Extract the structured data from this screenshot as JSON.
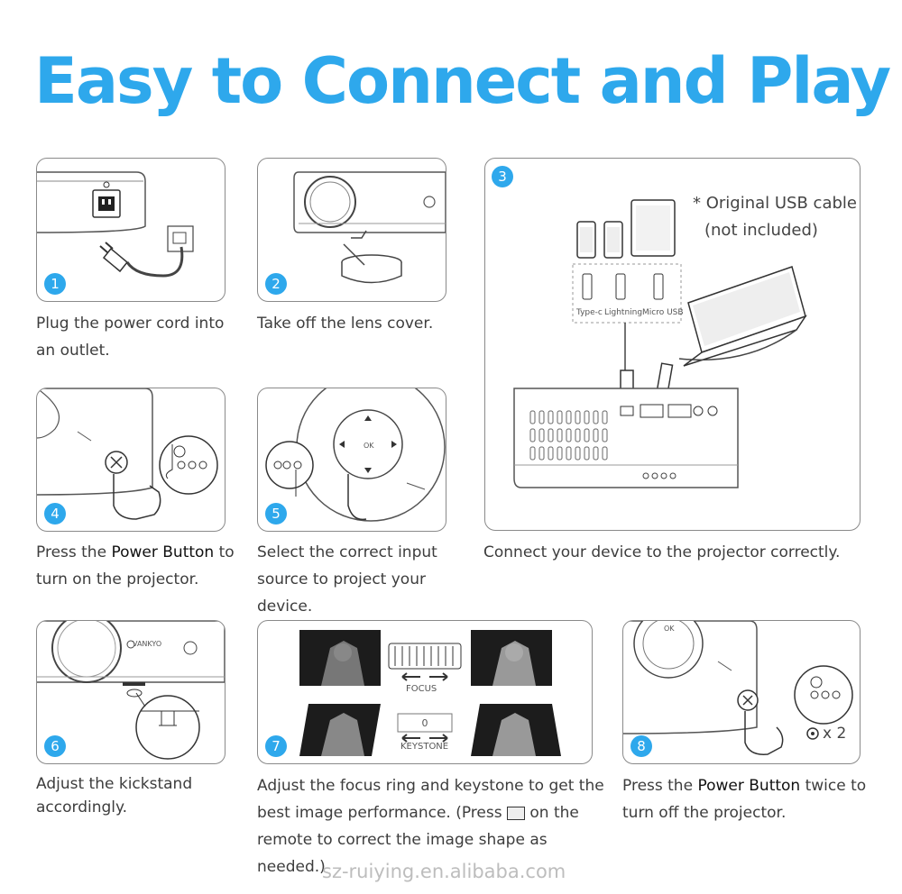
{
  "title": "Easy to Connect and Play",
  "steps": [
    {
      "num": "1",
      "caption": "Plug the power cord into an outlet."
    },
    {
      "num": "2",
      "caption": "Take off the lens cover."
    },
    {
      "num": "3",
      "caption": "Connect your device to the projector correctly."
    },
    {
      "num": "4",
      "caption_pre": "Press the ",
      "caption_bold": "Power Button",
      "caption_post": " to turn on the projector."
    },
    {
      "num": "5",
      "caption": "Select the correct input source to project your device."
    },
    {
      "num": "6",
      "caption": "Adjust the kickstand accordingly."
    },
    {
      "num": "7",
      "caption_pre": "Adjust the focus ring and keystone to get the best image performance.  (Press ",
      "caption_post": " on the remote to correct the image shape as needed.)"
    },
    {
      "num": "8",
      "caption_pre": "Press the ",
      "caption_bold": "Power Button",
      "caption_post": " twice to turn off the projector."
    }
  ],
  "usb_note_line1": "* Original USB cable",
  "usb_note_line2": "(not included)",
  "cable_labels": {
    "type_c": "Type-c",
    "lightning": "Lightning",
    "micro_usb": "Micro USB"
  },
  "focus_label": "FOCUS",
  "keystone_label": "KEYSTONE",
  "press_twice": "x 2",
  "brand": "VANKYO",
  "remote_ok": "OK",
  "watermark": "sz-ruiying.en.alibaba.com",
  "colors": {
    "accent": "#2ea8ec",
    "line": "#555555"
  }
}
